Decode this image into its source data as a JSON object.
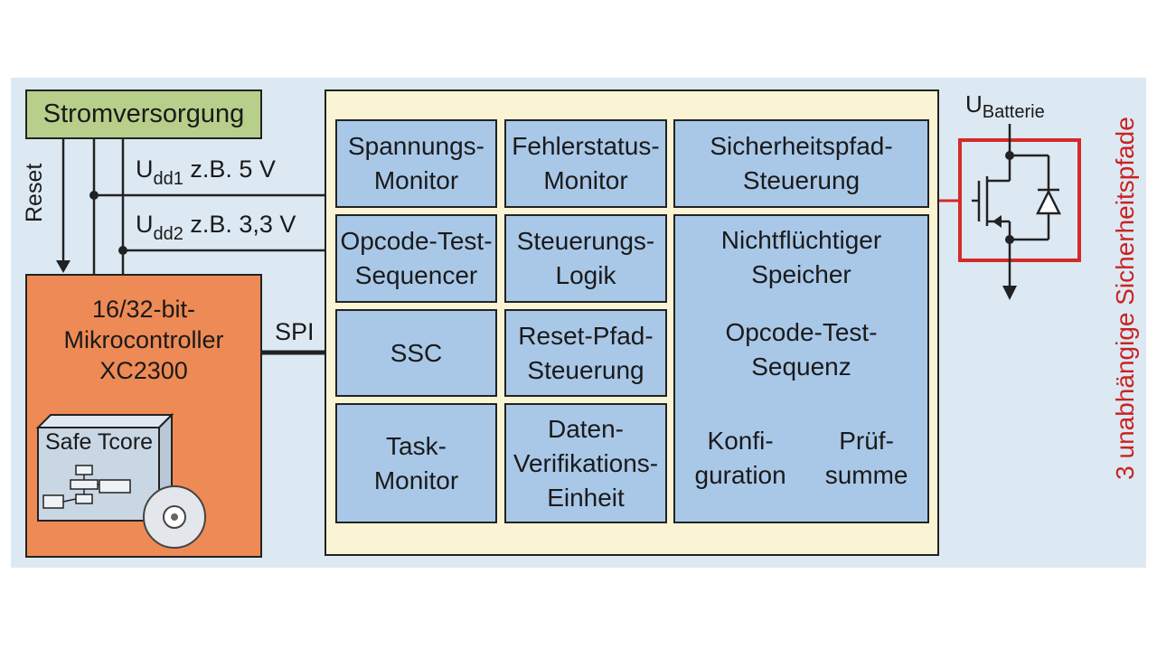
{
  "power_supply": {
    "label": "Stromversorgung"
  },
  "reset_label": "Reset",
  "supply1": {
    "main": "U",
    "sub": "dd1",
    "rest": " z.B. 5 V"
  },
  "supply2": {
    "main": "U",
    "sub": "dd2",
    "rest": " z.B. 3,3 V"
  },
  "spi_label": "SPI",
  "microcontroller": {
    "lines": [
      "16/32-bit-",
      "Mikrocontroller",
      "XC2300"
    ],
    "safe_label": "Safe Tcore"
  },
  "blocks": {
    "spannungs_monitor": [
      "Spannungs-",
      "Monitor"
    ],
    "fehlerstatus_monitor": [
      "Fehlerstatus-",
      "Monitor"
    ],
    "sicherheitspfad_steuerung": [
      "Sicherheitspfad-",
      "Steuerung"
    ],
    "opcode_test_sequencer": [
      "Opcode-Test-",
      "Sequencer"
    ],
    "steuerungs_logik": [
      "Steuerungs-",
      "Logik"
    ],
    "ssc": [
      "SSC"
    ],
    "reset_pfad_steuerung": [
      "Reset-Pfad-",
      "Steuerung"
    ],
    "task_monitor": [
      "Task-",
      "Monitor"
    ],
    "daten_verifikation": [
      "Daten-",
      "Verifikations-",
      "Einheit"
    ]
  },
  "memory": {
    "title": [
      "Nichtflüchtiger",
      "Speicher"
    ],
    "sequence": [
      "Opcode-Test-",
      "Sequenz"
    ],
    "config": [
      "Konfi-",
      "guration"
    ],
    "checksum": [
      "Prüf-",
      "summe"
    ]
  },
  "battery": {
    "main": "U",
    "sub": "Batterie"
  },
  "paths_label": "3 unabhängige Sicherheitspfade",
  "colors": {
    "background": "#dce9f3",
    "power_supply": "#b7cf8a",
    "microcontroller": "#ee8a55",
    "asic_body": "#fbf4d4",
    "function_block": "#a9c8e8",
    "safety_path": "#d42a2a"
  }
}
